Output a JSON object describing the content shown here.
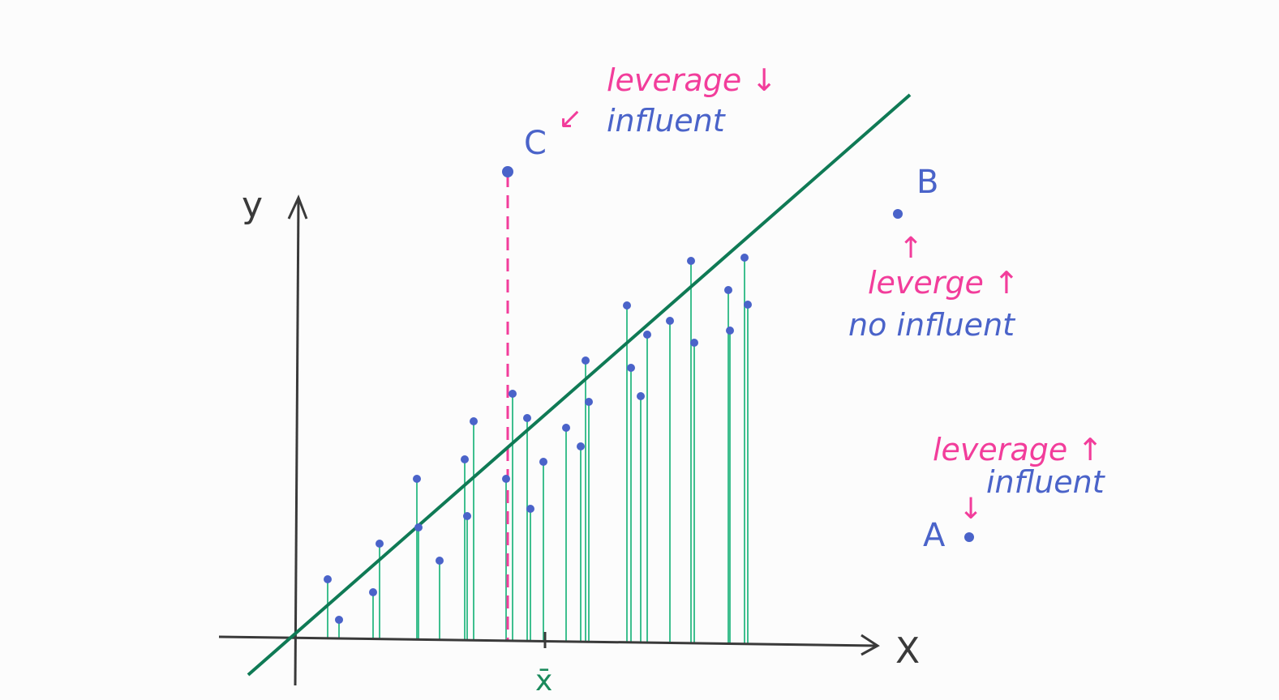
{
  "colors": {
    "paper": "#fcfcfc",
    "axis": "#3a3a3a",
    "fit_line": "#0f7a55",
    "stem": "#3fbf8f",
    "point": "#4a63c9",
    "leverage_annot": "#f23d9b",
    "influence_annot": "#4a63c9",
    "mean_marker": "#1a8a5c"
  },
  "axes": {
    "x_label": "X",
    "y_label": "y",
    "x_mean_label": "x̄"
  },
  "points": {
    "C": {
      "label": "C",
      "leverage_note": "leverage ↓",
      "influence_note": "influent",
      "arrow": "↙"
    },
    "B": {
      "label": "B",
      "leverage_note": "leverge ↑",
      "influence_note": "no influent",
      "arrow": "↑"
    },
    "A": {
      "label": "A",
      "leverage_note": "leverage ↑",
      "influence_note": "influent",
      "arrow": "↓"
    }
  }
}
